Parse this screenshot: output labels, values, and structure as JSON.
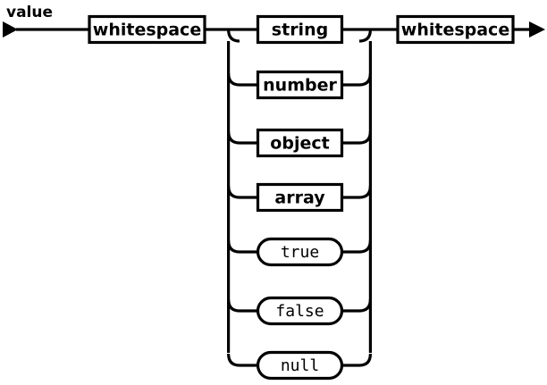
{
  "diagram": {
    "title": "value",
    "type": "railroad-syntax-diagram",
    "colors": {
      "stroke": "#000000",
      "fill": "#ffffff",
      "background": "#ffffff"
    },
    "start_arrow": "start-arrowhead",
    "end_arrow": "end-arrowhead",
    "sequence": [
      {
        "id": "ws-left",
        "label": "whitespace",
        "kind": "nonterminal"
      },
      {
        "id": "choice",
        "label": "alternatives",
        "kind": "choice-group"
      },
      {
        "id": "ws-right",
        "label": "whitespace",
        "kind": "nonterminal"
      }
    ],
    "choices": [
      {
        "id": "string",
        "label": "string",
        "kind": "nonterminal"
      },
      {
        "id": "number",
        "label": "number",
        "kind": "nonterminal"
      },
      {
        "id": "object",
        "label": "object",
        "kind": "nonterminal"
      },
      {
        "id": "array",
        "label": "array",
        "kind": "nonterminal"
      },
      {
        "id": "true",
        "label": "true",
        "kind": "literal"
      },
      {
        "id": "false",
        "label": "false",
        "kind": "literal"
      },
      {
        "id": "null",
        "label": "null",
        "kind": "literal"
      }
    ]
  }
}
